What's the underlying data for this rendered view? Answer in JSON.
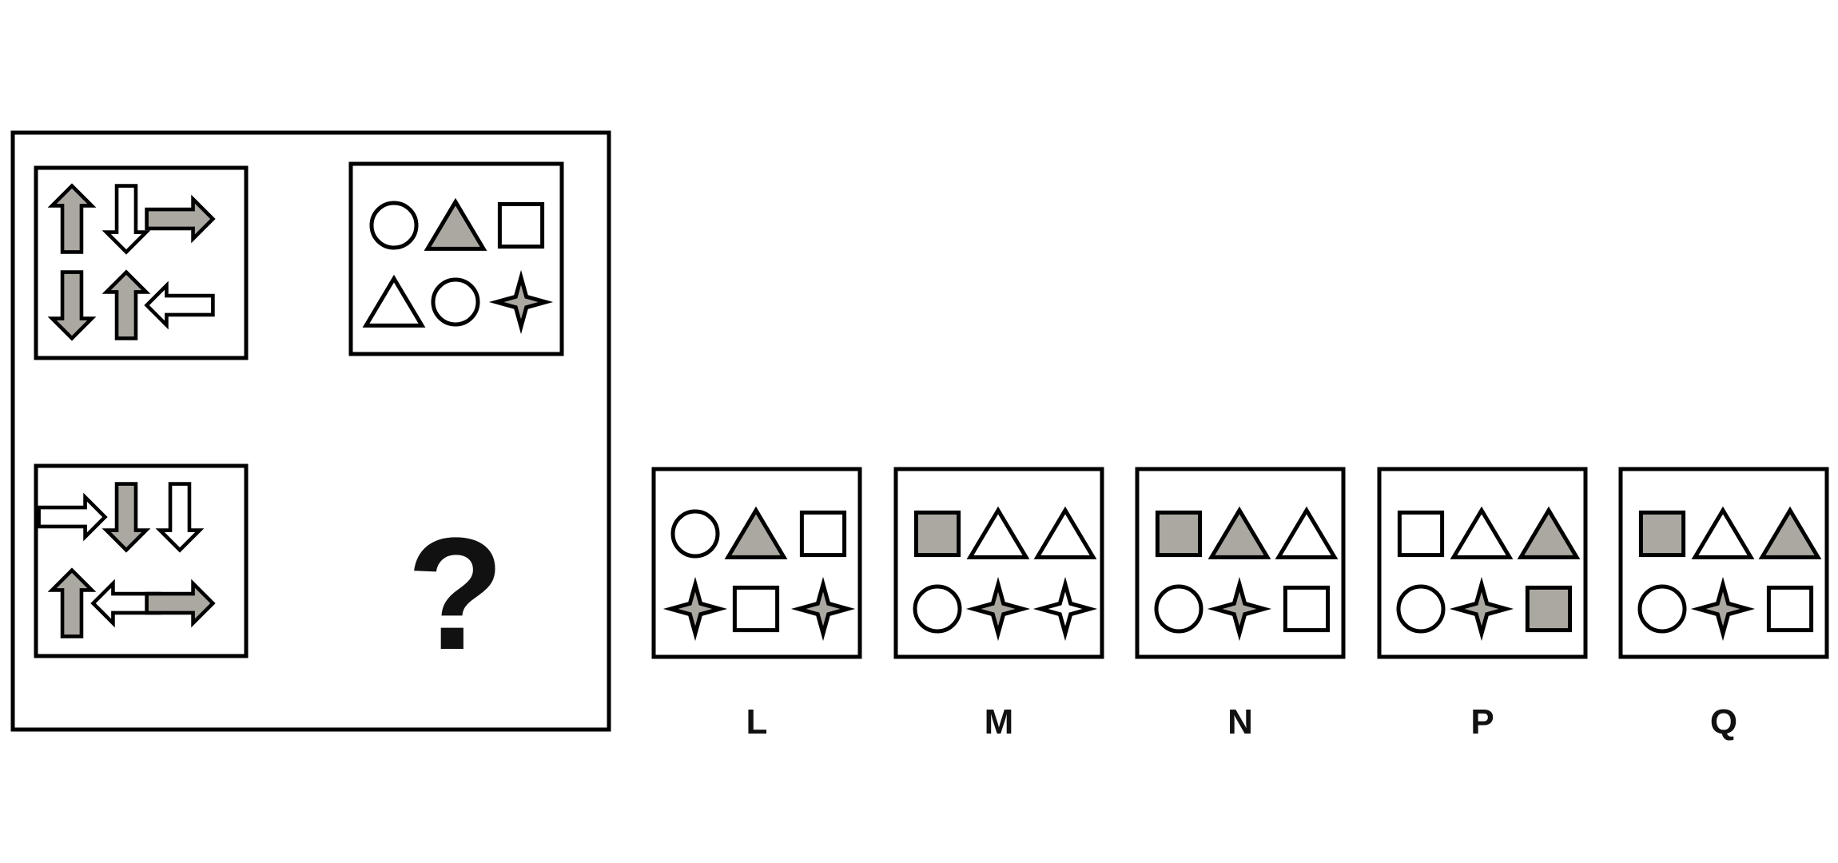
{
  "question_mark": "?",
  "colors": {
    "gray_fill": "#aba8a2",
    "stroke": "#000000",
    "background": "#ffffff"
  },
  "puzzle": {
    "top_left_arrows": [
      {
        "dir": "up",
        "fill": "gray"
      },
      {
        "dir": "down",
        "fill": "white"
      },
      {
        "dir": "right",
        "fill": "gray"
      },
      {
        "dir": "down",
        "fill": "gray"
      },
      {
        "dir": "up",
        "fill": "gray"
      },
      {
        "dir": "left",
        "fill": "white"
      }
    ],
    "top_right_shapes": [
      {
        "shape": "circle",
        "fill": "white"
      },
      {
        "shape": "triangle",
        "fill": "gray"
      },
      {
        "shape": "square",
        "fill": "white"
      },
      {
        "shape": "triangle",
        "fill": "white"
      },
      {
        "shape": "circle",
        "fill": "white"
      },
      {
        "shape": "star",
        "fill": "gray"
      }
    ],
    "bottom_left_arrows": [
      {
        "dir": "right",
        "fill": "white"
      },
      {
        "dir": "down",
        "fill": "gray"
      },
      {
        "dir": "down",
        "fill": "white"
      },
      {
        "dir": "up",
        "fill": "gray"
      },
      {
        "dir": "left",
        "fill": "white"
      },
      {
        "dir": "right",
        "fill": "gray"
      }
    ]
  },
  "options": [
    {
      "label": "L",
      "shapes": [
        {
          "shape": "circle",
          "fill": "white"
        },
        {
          "shape": "triangle",
          "fill": "gray"
        },
        {
          "shape": "square",
          "fill": "white"
        },
        {
          "shape": "star",
          "fill": "gray"
        },
        {
          "shape": "square",
          "fill": "white"
        },
        {
          "shape": "star",
          "fill": "gray"
        }
      ]
    },
    {
      "label": "M",
      "shapes": [
        {
          "shape": "square",
          "fill": "gray"
        },
        {
          "shape": "triangle",
          "fill": "white"
        },
        {
          "shape": "triangle",
          "fill": "white"
        },
        {
          "shape": "circle",
          "fill": "white"
        },
        {
          "shape": "star",
          "fill": "gray"
        },
        {
          "shape": "star",
          "fill": "white"
        }
      ]
    },
    {
      "label": "N",
      "shapes": [
        {
          "shape": "square",
          "fill": "gray"
        },
        {
          "shape": "triangle",
          "fill": "gray"
        },
        {
          "shape": "triangle",
          "fill": "white"
        },
        {
          "shape": "circle",
          "fill": "white"
        },
        {
          "shape": "star",
          "fill": "gray"
        },
        {
          "shape": "square",
          "fill": "white"
        }
      ]
    },
    {
      "label": "P",
      "shapes": [
        {
          "shape": "square",
          "fill": "white"
        },
        {
          "shape": "triangle",
          "fill": "white"
        },
        {
          "shape": "triangle",
          "fill": "gray"
        },
        {
          "shape": "circle",
          "fill": "white"
        },
        {
          "shape": "star",
          "fill": "gray"
        },
        {
          "shape": "square",
          "fill": "gray"
        }
      ]
    },
    {
      "label": "Q",
      "shapes": [
        {
          "shape": "square",
          "fill": "gray"
        },
        {
          "shape": "triangle",
          "fill": "white"
        },
        {
          "shape": "triangle",
          "fill": "gray"
        },
        {
          "shape": "circle",
          "fill": "white"
        },
        {
          "shape": "star",
          "fill": "gray"
        },
        {
          "shape": "square",
          "fill": "white"
        }
      ]
    }
  ]
}
